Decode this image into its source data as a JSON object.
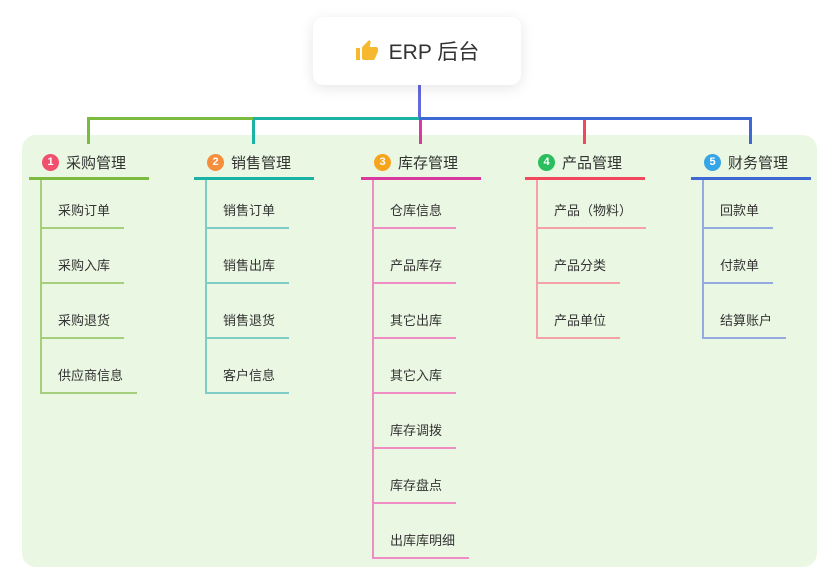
{
  "root": {
    "label": "ERP 后台",
    "icon": "thumbs-up-icon",
    "icon_color": "#F5B82E"
  },
  "branches": [
    {
      "index": "1",
      "title": "采购管理",
      "color": "#7CBB40",
      "light_color": "#A6CF7D",
      "badge_color": "#F0506E",
      "children": [
        "采购订单",
        "采购入库",
        "采购退货",
        "供应商信息"
      ]
    },
    {
      "index": "2",
      "title": "销售管理",
      "color": "#1AB3A6",
      "light_color": "#7ECCC6",
      "badge_color": "#F68F3D",
      "children": [
        "销售订单",
        "销售出库",
        "销售退货",
        "客户信息"
      ]
    },
    {
      "index": "3",
      "title": "库存管理",
      "color": "#D93A9E",
      "light_color": "#EF8CC4",
      "badge_color": "#F7A41D",
      "children": [
        "仓库信息",
        "产品库存",
        "其它出库",
        "其它入库",
        "库存调拨",
        "库存盘点",
        "出库库明细"
      ]
    },
    {
      "index": "4",
      "title": "产品管理",
      "color": "#F1485E",
      "light_color": "#F5A1A8",
      "badge_color": "#2BBE5E",
      "children": [
        "产品（物料）",
        "产品分类",
        "产品单位"
      ]
    },
    {
      "index": "5",
      "title": "财务管理",
      "color": "#3E68D4",
      "light_color": "#93A9E0",
      "badge_color": "#35A5E6",
      "children": [
        "回款单",
        "付款单",
        "结算账户"
      ]
    }
  ],
  "colors": {
    "panel_background": "#EAF7E3",
    "page_background": "#FFFFFF",
    "root_connector": "#6469DB",
    "text": "#333333"
  }
}
